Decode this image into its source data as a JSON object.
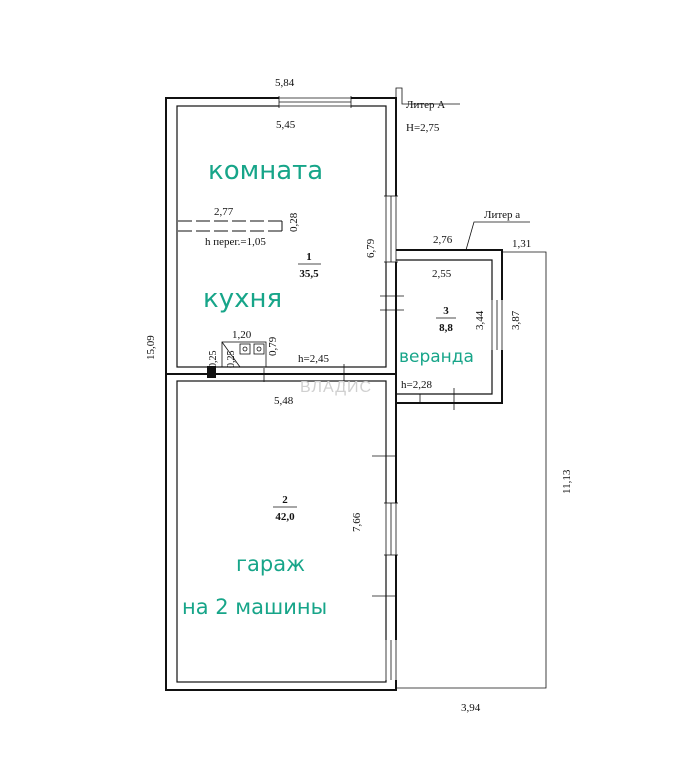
{
  "dimensions": {
    "top_outer": "5,84",
    "top_inner": "5,45",
    "left_total": "15,09",
    "right_upper": "6,79",
    "beam_length": "2,77",
    "beam_height": "0,28",
    "beam_note": "h перег.=1,05",
    "stove_width": "1,20",
    "stove_depth": "0,79",
    "small_a": "0,25",
    "small_b": "0,25",
    "room1_height": "h=2,45",
    "middle_width": "5,48",
    "garage_right": "7,66",
    "veranda_outer": "2,76",
    "veranda_inner": "2,55",
    "veranda_ext": "1,31",
    "veranda_right_inner": "3,44",
    "veranda_right_outer": "3,87",
    "veranda_height": "h=2,28",
    "right_long": "11,13",
    "bottom_right": "3,94"
  },
  "liter": {
    "main": "Литер А",
    "main_height": "H=2,75",
    "annex": "Литер а"
  },
  "rooms": [
    {
      "number": "1",
      "area": "35,5"
    },
    {
      "number": "2",
      "area": "42,0"
    },
    {
      "number": "3",
      "area": "8,8"
    }
  ],
  "labels": {
    "room1_top": "комната",
    "room1_bottom": "кухня",
    "room2_line1": "гараж",
    "room2_line2": "на 2 машины",
    "room3": "веранда"
  },
  "watermark": "ВЛАДИС",
  "colors": {
    "label": "#17a589",
    "lines": "#111111"
  }
}
